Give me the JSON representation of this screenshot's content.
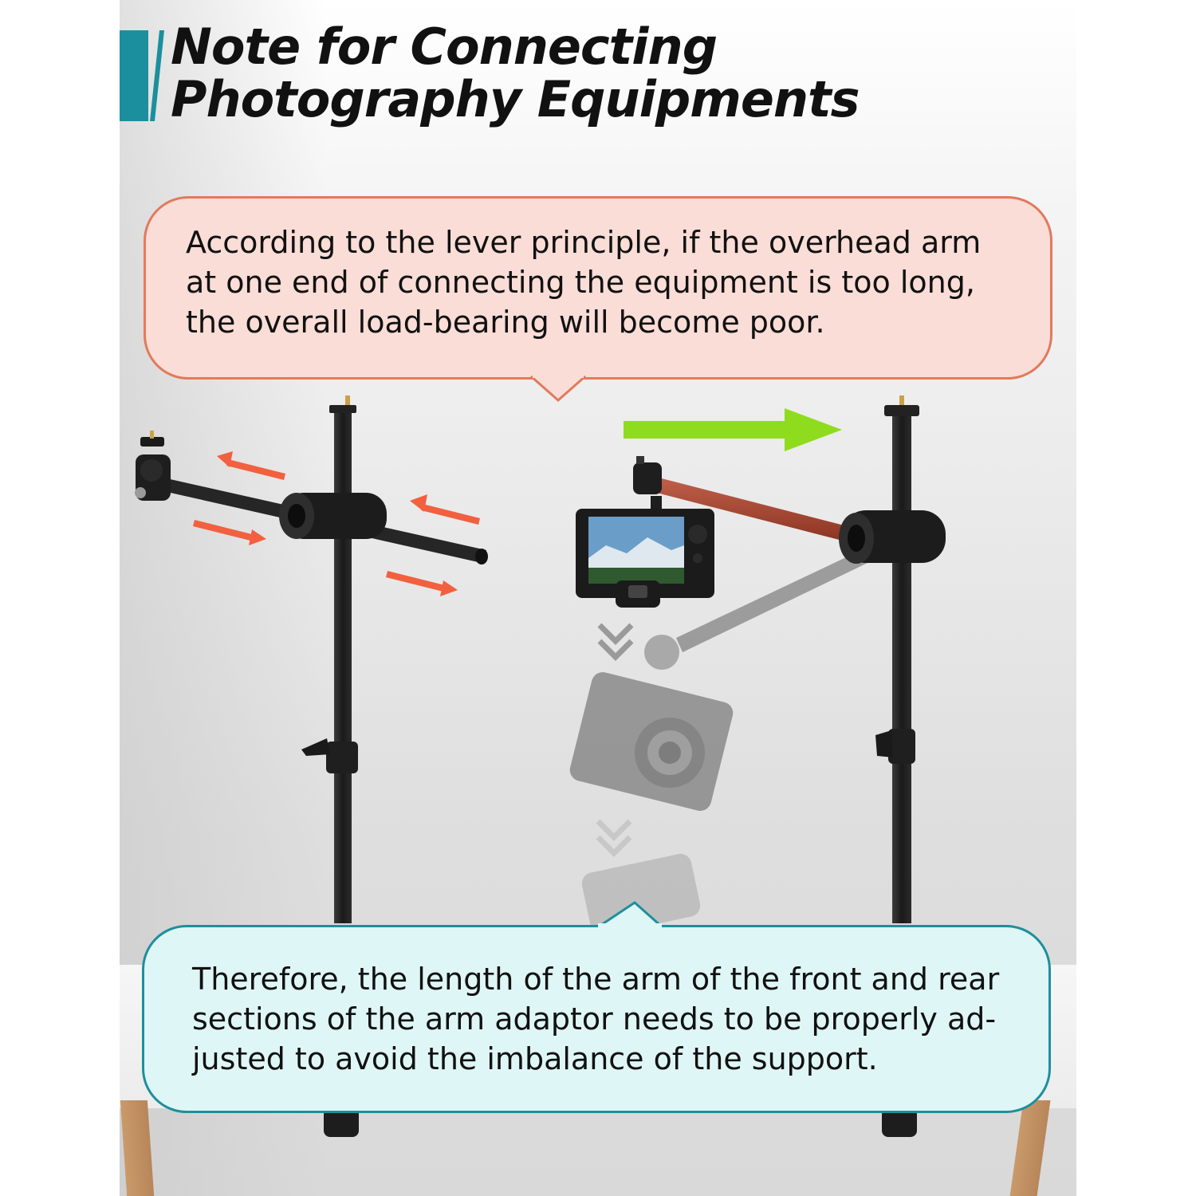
{
  "title": {
    "line1": "Note for Connecting",
    "line2": "Photography Equipments"
  },
  "callout_top": {
    "text": "According to the lever principle, if the overhead arm at one end of connecting the equipment is too long, the overall load-bearing will become poor."
  },
  "callout_bottom": {
    "text": "Therefore, the length of the arm of the front and rear sections of the arm adaptor needs to be properly ad-justed to avoid the imbalance of the support."
  },
  "colors": {
    "accent_teal": "#1b8f9e",
    "callout_top_border": "#e27a5c",
    "callout_top_fill": "#f9ddd6",
    "callout_bottom_border": "#1e8f9c",
    "callout_bottom_fill": "#dff6f6",
    "arrow_orange": "#f2603f",
    "arrow_green": "#8fdc1e",
    "arm_red": "#a9452f"
  }
}
